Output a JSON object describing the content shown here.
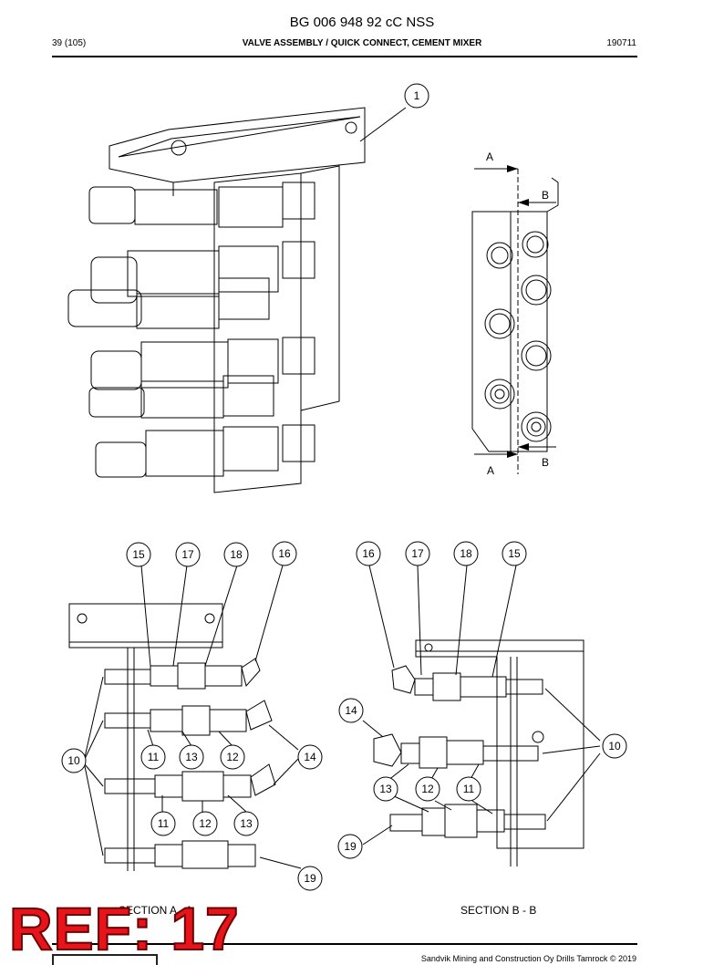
{
  "header": {
    "doc_title": "BG 006 948 92 cC NSS",
    "page_number": "39 (105)",
    "page_heading": "VALVE ASSEMBLY / QUICK CONNECT, CEMENT MIXER",
    "date": "190711"
  },
  "drawing": {
    "top_view": {
      "callouts": [
        "1"
      ],
      "section_markers": [
        "A",
        "B",
        "A",
        "B"
      ]
    },
    "section_a": {
      "label": "SECTION A - A",
      "callouts": [
        "15",
        "17",
        "18",
        "16",
        "10",
        "11",
        "13",
        "12",
        "14",
        "11",
        "12",
        "13",
        "19"
      ]
    },
    "section_b": {
      "label": "SECTION B - B",
      "callouts": [
        "16",
        "17",
        "18",
        "15",
        "14",
        "10",
        "13",
        "12",
        "11",
        "19"
      ]
    }
  },
  "stamp": {
    "text": "REF: 17"
  },
  "footer": {
    "copyright": "Sandvik Mining and Construction Oy Drills Tamrock © 2019"
  }
}
